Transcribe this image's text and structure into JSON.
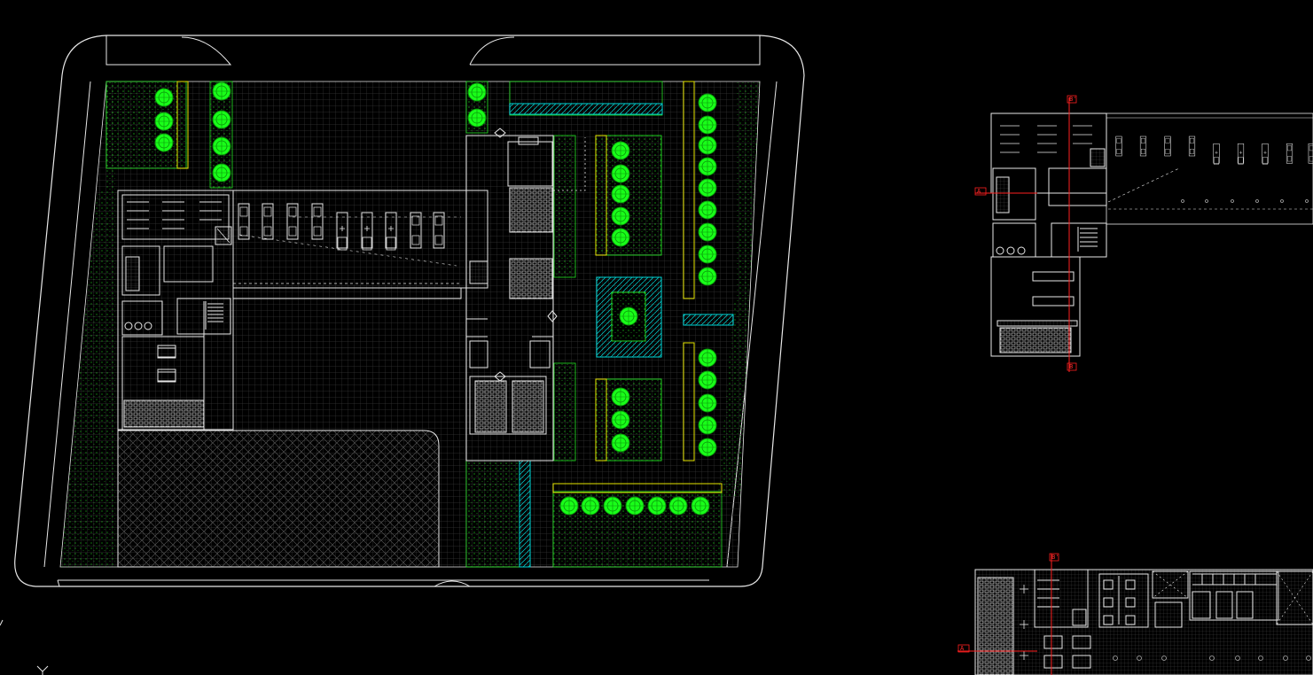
{
  "canvas": {
    "background": "#000000"
  },
  "colors": {
    "line": "#e8e8e8",
    "grid": "#3a3a3a",
    "hatch": "#555555",
    "landscape": "#22e022",
    "tree": "#19ff19",
    "tree_outline": "#0a8f0a",
    "water": "#00d8d8",
    "bench": "#e6e600",
    "section": "#ff2020"
  },
  "icons": {
    "ucs": "ucs-axis-icon",
    "tree": "tree-symbol-icon",
    "car": "vehicle-symbol-icon",
    "stairs": "stair-icon",
    "section_marker": "section-marker-icon"
  },
  "annotations": {
    "plan1_section_a": "A",
    "plan1_section_b_top": "B'",
    "plan1_section_b_bottom": "B",
    "plan2_section_a": "A",
    "plan2_section_b_top": "B'"
  }
}
